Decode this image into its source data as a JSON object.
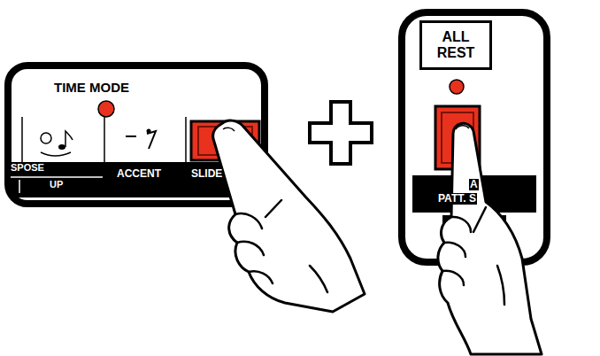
{
  "diagram": {
    "nodes": [
      {
        "text": [
          "TIME MODE",
          "SPOSE",
          "UP",
          "ACCENT",
          "SLIDE"
        ]
      },
      {
        "text": [
          "A",
          "PATT. S"
        ]
      },
      {
        "text": [
          "ALL REST"
        ],
        "in": 1
      }
    ]
  }
}
